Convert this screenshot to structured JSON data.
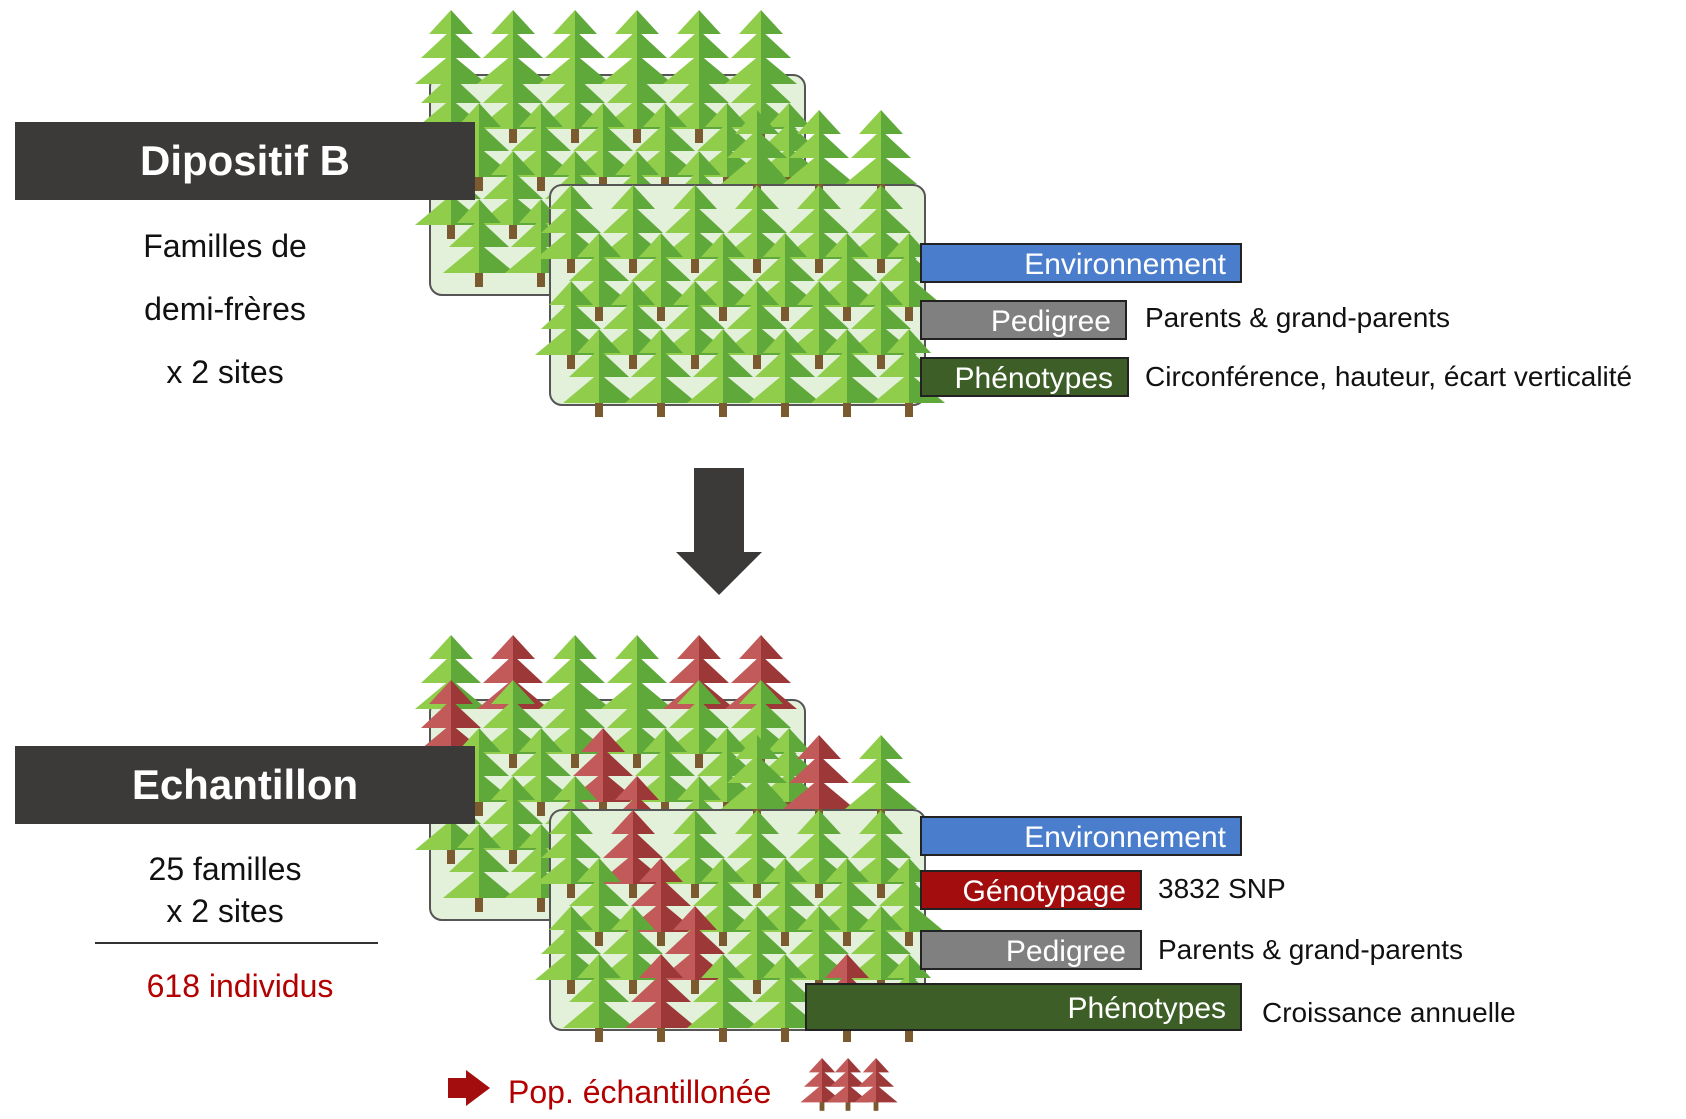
{
  "colors": {
    "banner": "#3c3a38",
    "environnement": "#4a7dcc",
    "pedigree": "#808080",
    "phenotypes": "#3d5f27",
    "genotypage": "#a30d0d",
    "accent_red": "#b30000",
    "tree_green": "#7ec242",
    "tree_red": "#b24a4a",
    "plot_bg": "#e3f0da"
  },
  "top": {
    "banner": "Dipositif B",
    "caption_lines": [
      "Familles de",
      "demi-frères",
      "x 2 sites"
    ],
    "tags": {
      "environnement": "Environnement",
      "pedigree": "Pedigree",
      "phenotypes": "Phénotypes"
    },
    "notes": {
      "pedigree": "Parents & grand-parents",
      "phenotypes": "Circonférence, hauteur, écart verticalité"
    }
  },
  "bottom": {
    "banner": "Echantillon",
    "caption_lines": [
      "25 familles",
      "x 2 sites"
    ],
    "count": "618 individus",
    "tags": {
      "environnement": "Environnement",
      "genotypage": "Génotypage",
      "pedigree": "Pedigree",
      "phenotypes": "Phénotypes"
    },
    "notes": {
      "genotypage": "3832 SNP",
      "pedigree": "Parents & grand-parents",
      "phenotypes": "Croissance annuelle"
    }
  },
  "legend": {
    "label": "Pop. échantillonée",
    "arrow_icon": "right-arrow-icon",
    "trees_icon": "red-tree-cluster-icon"
  }
}
